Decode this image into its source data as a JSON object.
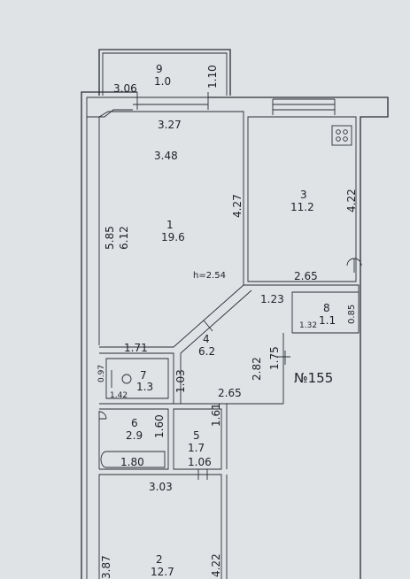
{
  "rooms": [
    {
      "num": "1",
      "area": "19.6"
    },
    {
      "num": "2",
      "area": "12.7"
    },
    {
      "num": "3",
      "area": "11.2"
    },
    {
      "num": "4",
      "area": "6.2"
    },
    {
      "num": "5",
      "area": "1.7"
    },
    {
      "num": "6",
      "area": "2.9"
    },
    {
      "num": "7",
      "area": "1.3"
    },
    {
      "num": "8",
      "area": "1.1"
    },
    {
      "num": "9",
      "area": "1.0"
    }
  ],
  "dims": {
    "balcony_width": "3.06",
    "balcony_depth": "1.10",
    "r1_top": "3.27",
    "r1_width": "3.48",
    "r1_left_outer": "5.85",
    "r1_left_inner": "6.12",
    "r1_right": "4.27",
    "ceiling": "h=2.54",
    "r3_height": "4.22",
    "r3_width": "2.65",
    "corridor_top": "1.23",
    "r8_width": "1.32",
    "r8_height": "0.85",
    "r7_top": "1.71",
    "r7_left": "0.97",
    "r7_width": "1.42",
    "r7_right": "1.03",
    "corridor_left": "2.82",
    "corridor_right": "1.75",
    "corridor_bottom": "2.65",
    "r6_right": "1.60",
    "r5_right": "1.61",
    "bath_width": "1.80",
    "r5_width": "1.06",
    "r2_width": "3.03",
    "r2_left": "3.87",
    "r2_right": "4.22"
  },
  "plan_number": "№155"
}
